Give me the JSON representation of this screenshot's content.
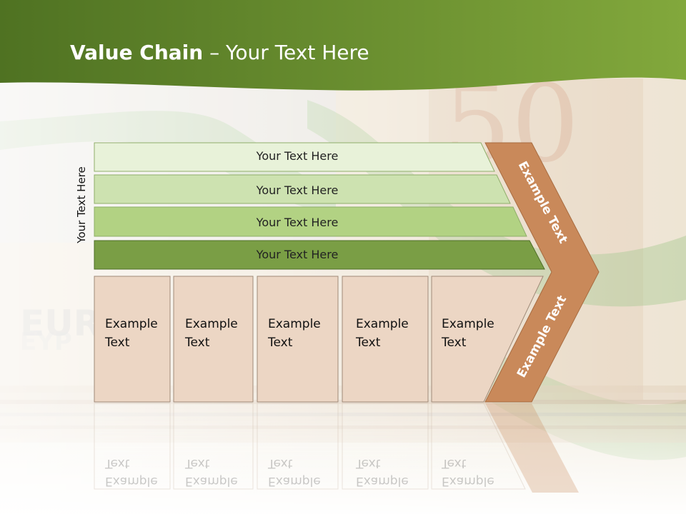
{
  "slide": {
    "title_bold": "Value Chain",
    "title_rest": " – Your Text Here",
    "side_label": "Your Text Here"
  },
  "bars": [
    {
      "label": "Your Text Here",
      "color": "#e8f2d9"
    },
    {
      "label": "Your Text Here",
      "color": "#cde2b0"
    },
    {
      "label": "Your Text Here",
      "color": "#b2d283"
    },
    {
      "label": "Your Text Here",
      "color": "#7a9e45"
    }
  ],
  "boxes": [
    {
      "line1": "Example",
      "line2": "Text"
    },
    {
      "line1": "Example",
      "line2": "Text"
    },
    {
      "line1": "Example",
      "line2": "Text"
    },
    {
      "line1": "Example",
      "line2": "Text"
    },
    {
      "line1": "Example",
      "line2": "Text"
    }
  ],
  "chevron": {
    "upper_label": "Example Text",
    "lower_label": "Example Text",
    "color": "#c9895a"
  },
  "colors": {
    "header_green": "#6f9233",
    "box_fill": "#ecd6c4",
    "box_stroke": "#a08a78"
  }
}
